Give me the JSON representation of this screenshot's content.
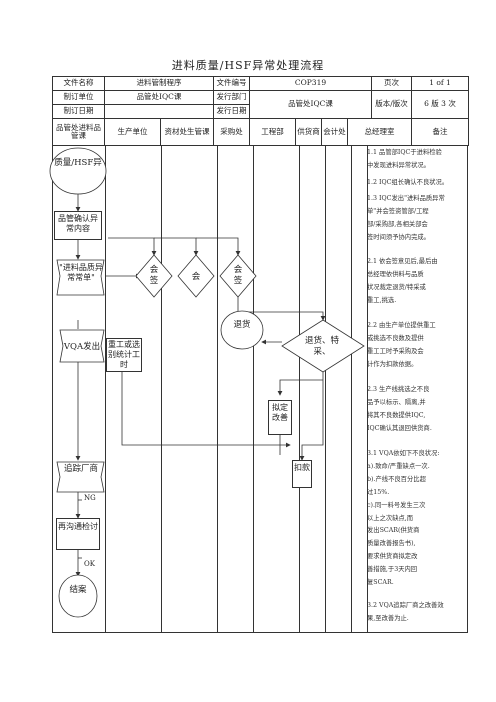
{
  "doc_title": "进料质量/HSF异常处理流程",
  "header": {
    "file_name_label": "文件名称",
    "file_name_value": "进料管制程序",
    "file_no_label": "文件编号",
    "file_no_value": "COP319",
    "page_label": "页次",
    "page_value": "1 of 1",
    "dept_label": "制订单位",
    "dept_value": "品管处IQC课",
    "issue_dept_label": "发行部门",
    "issue_date_label": "发行日期",
    "issue_dept_value": "品管处IQC课",
    "version_label": "版本/版次",
    "version_value": "6 版 3 次",
    "date_label": "制订日期"
  },
  "columns": [
    "品管处进料品管课",
    "生产单位",
    "资材处生管课",
    "采购处",
    "工程部",
    "供货商",
    "会计处",
    "总经理室",
    "备注"
  ],
  "flow": {
    "start": "质量/HSF异",
    "confirm": "品管确认异常内容",
    "form": "\"进料品质异常常单\"",
    "sign1": "会签",
    "sign2": "会",
    "sign3": "会签",
    "decision": "退货、特采、",
    "return": "退货",
    "vqa": "VQA发出",
    "rework": "重工或选别统计工时",
    "improve": "拟定改善",
    "deduct": "扣款",
    "track": "追踪厂商",
    "ng": "NG",
    "recheck": "再沟通检讨",
    "ok": "OK",
    "end": "结案"
  },
  "notes": [
    "1.1 品管部IQC于进料检验\n中发现进料异常状况。",
    "1.2 IQC组长确认不良状况。",
    "1.3 IQC发出\"进料品质异常\n单\"并会签资管部/工程\n部/采购部,各相关部会\n签时间须予协内完成。",
    "2.1 依会签意见后,最后由\n总经理依供料与品质\n状况裁定退货/特采或\n重工,挑选.",
    "2.2 由生产单位提供重工\n或挑选不良数及提供\n重工工时予采购及会\n计作为扣款依据。",
    "2.3 生产线挑选之不良\n品予以标示、隔离,并\n将其不良数提供IQC,\nIQC确认其退回供货商.",
    "3.1 VQA依如下不良状况:\na).致命/严重缺点一次.\nb).产线不良百分比超\n过15%.\nc).同一料号发生三次\n以上之次缺点,而\n发出SCAR(供货商\n质量改善报告书),\n要求供货商拟定改\n善措施,于3天内回\n复SCAR.",
    "3.2 VQA追踪厂商之改善效\n果,至改善为止."
  ]
}
